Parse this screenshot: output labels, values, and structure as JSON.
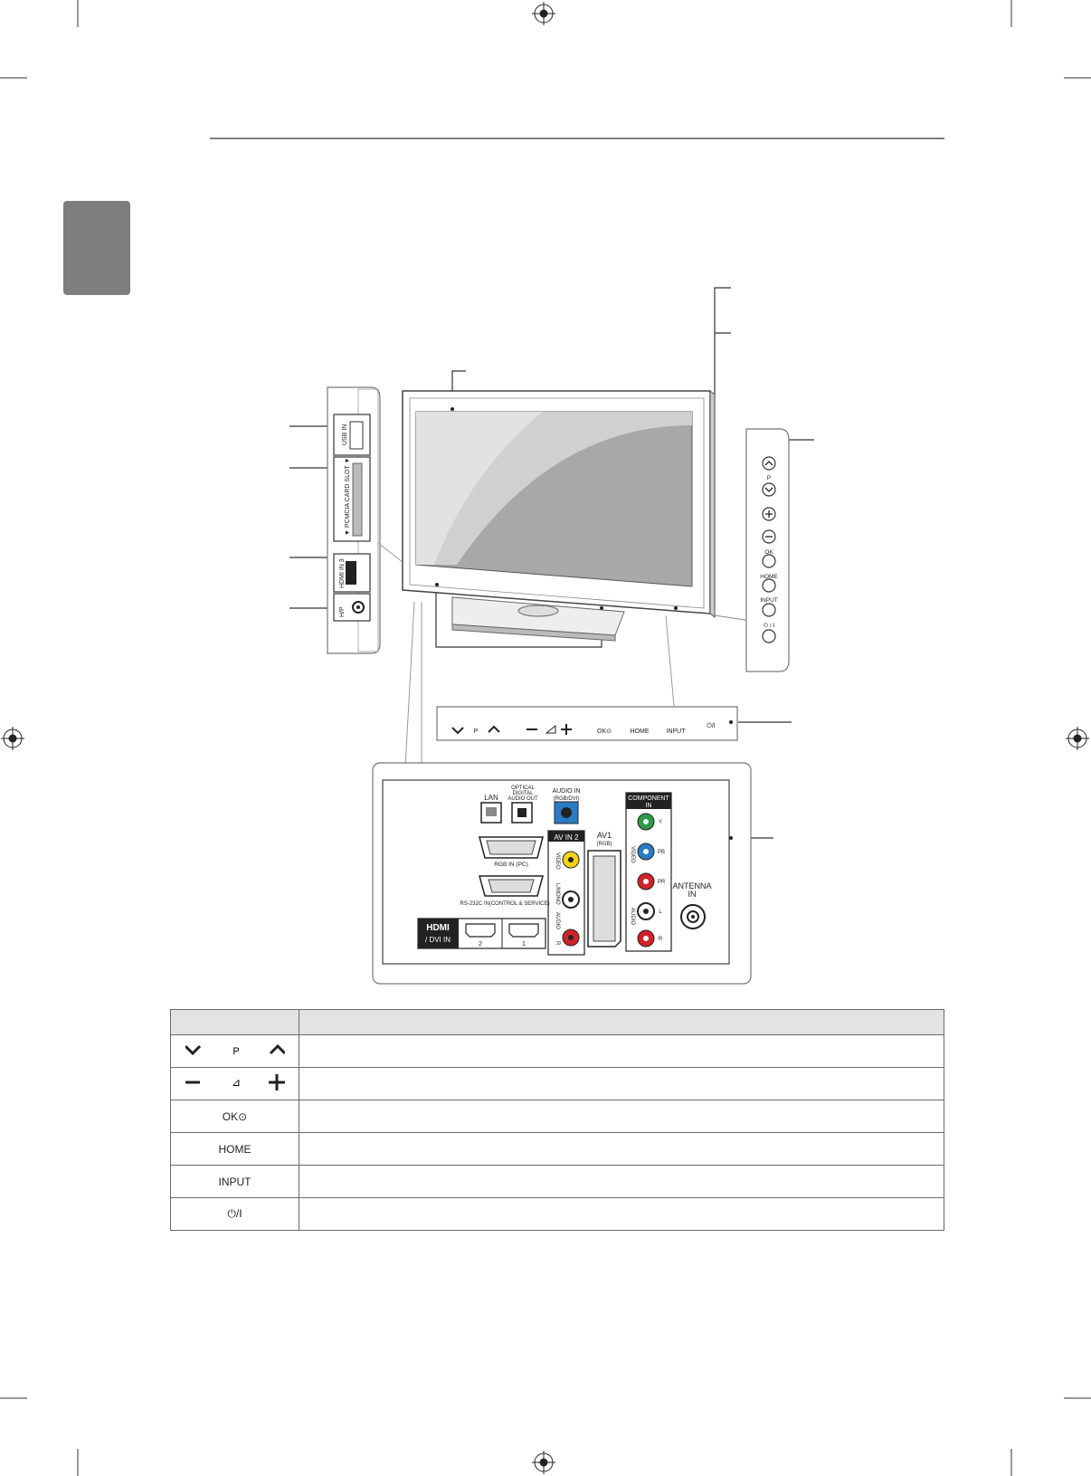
{
  "side_panel": {
    "usb_label": "USB IN",
    "pcmcia_label": "▼ PCMCIA  CARD SLOT ▼",
    "hdmi3_label": "HDMI IN 3",
    "headphone_label": "H/P"
  },
  "side_buttons": {
    "p_label": "P",
    "ok_label": "OK",
    "home_label": "HOME",
    "input_label": "INPUT",
    "power_label": "⏻ / I"
  },
  "front_bar": {
    "p_label": "P",
    "ok_label": "OK⊙",
    "home_label": "HOME",
    "input_label": "INPUT",
    "power_label": "⏻/I"
  },
  "rear_panel": {
    "lan_label": "LAN",
    "optical_label_1": "OPTICAL",
    "optical_label_2": "DIGITAL",
    "optical_label_3": "AUDIO OUT",
    "audio_in_label_1": "AUDIO IN",
    "audio_in_label_2": "(RGB/DVI)",
    "rgb_in_label": "RGB IN (PC)",
    "rs232_label": "RS-232C IN(CONTROL & SERVICE)",
    "hdmi_logo": "HDMI",
    "dvi_in_label": "/ DVI IN",
    "hdmi_port_2": "2",
    "hdmi_port_1": "1",
    "av_in2_label": "AV IN 2",
    "video_label": "VIDEO",
    "mono_label": "L/MONO",
    "audio_label": "AUDIO",
    "r_label": "R",
    "av1_label": "AV1",
    "rgb_label": "(RGB)",
    "component_label_1": "COMPONENT",
    "component_label_2": "IN",
    "y_label": "Y",
    "pb_label": "PB",
    "pr_label": "PR",
    "comp_video_label": "VIDEO",
    "comp_audio_label": "AUDIO",
    "l_label": "L",
    "cr_label": "R",
    "antenna_label_1": "ANTENNA",
    "antenna_label_2": "IN"
  },
  "table": {
    "rows": [
      {
        "key": "P"
      },
      {
        "key": "⊿"
      },
      {
        "key": "OK⊙"
      },
      {
        "key": "HOME"
      },
      {
        "key": "INPUT"
      },
      {
        "key": "⏻/I"
      }
    ]
  },
  "colors": {
    "tab": "#7e7e7e",
    "yellow_jack": "#f2d21a",
    "red_jack": "#d0232a",
    "blue_jack": "#2a7cc4",
    "green_jack": "#2e9a48",
    "table_header": "#e3e3e3"
  }
}
